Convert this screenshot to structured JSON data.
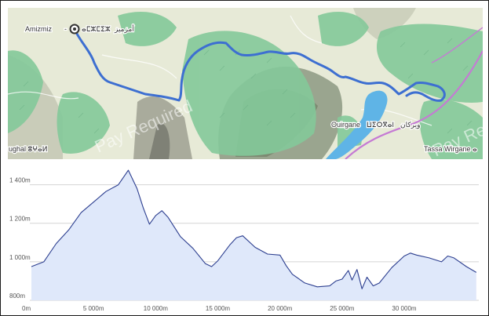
{
  "map": {
    "places": [
      {
        "name": "Amizmiz",
        "arabic": "أمزميز",
        "tifinagh": "ⴰⵎⵣⵎⵉⵣ"
      },
      {
        "name": "Ouirgane",
        "arabic": "ويركان",
        "tifinagh": "ⵡⵉⵔⴳⴰⵏ"
      },
      {
        "name": "Tassa Wirgane",
        "display": "Tassa Wirgane ⴰ"
      },
      {
        "name": "ughal",
        "display": "ughal ⵓⵖⴰⵍ"
      }
    ],
    "watermark": "Pay Required",
    "colors": {
      "route": "#3d6fd1",
      "road": "#c57ad4",
      "lake": "#5fb4e6",
      "forest": "#84c99a"
    },
    "icons": [
      "start-marker-icon"
    ]
  },
  "chart_data": {
    "type": "area",
    "x_unit": "m",
    "y_unit": "m",
    "xlim": [
      0,
      36000
    ],
    "ylim": [
      800,
      1500
    ],
    "xticks": [
      0,
      5000,
      10000,
      15000,
      20000,
      25000,
      30000
    ],
    "xtick_labels": [
      "0m",
      "5 000m",
      "10 000m",
      "15 000m",
      "20 000m",
      "25 000m",
      "30 000m"
    ],
    "yticks": [
      800,
      1000,
      1200,
      1400
    ],
    "ytick_labels": [
      "800m",
      "1 000m",
      "1 200m",
      "1 400m"
    ],
    "grid": true,
    "colors": {
      "line": "#2c3e8f",
      "fill": "#dfe8fa",
      "grid": "#d5d5d5"
    },
    "x": [
      0,
      1000,
      2000,
      3000,
      4000,
      5000,
      6000,
      7000,
      7800,
      8500,
      9000,
      9500,
      10000,
      10500,
      11000,
      12000,
      13000,
      14000,
      14500,
      15000,
      16000,
      16500,
      17000,
      18000,
      19000,
      20000,
      20500,
      21000,
      22000,
      23000,
      24000,
      24500,
      25000,
      25500,
      25800,
      26200,
      26600,
      27000,
      27500,
      28000,
      29000,
      30000,
      30500,
      31000,
      32000,
      33000,
      33500,
      34000,
      35000,
      35800
    ],
    "y": [
      975,
      1000,
      1095,
      1165,
      1255,
      1310,
      1365,
      1400,
      1475,
      1380,
      1280,
      1195,
      1240,
      1265,
      1230,
      1130,
      1070,
      990,
      975,
      1005,
      1090,
      1125,
      1135,
      1075,
      1040,
      1035,
      980,
      935,
      890,
      870,
      875,
      900,
      910,
      955,
      905,
      960,
      860,
      920,
      875,
      890,
      970,
      1030,
      1045,
      1035,
      1020,
      1000,
      1030,
      1020,
      975,
      945
    ]
  }
}
